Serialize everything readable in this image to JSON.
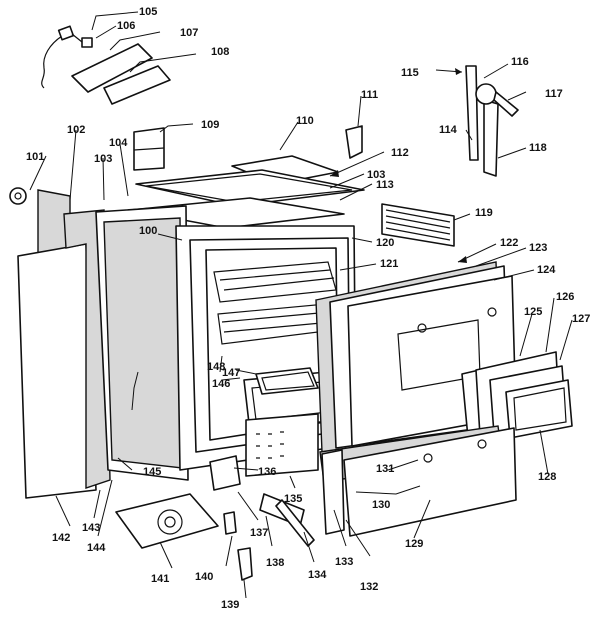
{
  "labels": {
    "l105": "105",
    "l106": "106",
    "l107": "107",
    "l108": "108",
    "l109": "109",
    "l110": "110",
    "l111": "111",
    "l112": "112",
    "l113": "113",
    "l114": "114",
    "l115": "115",
    "l116": "116",
    "l117": "117",
    "l118": "118",
    "l119": "119",
    "l120": "120",
    "l121": "121",
    "l122": "122",
    "l123": "123",
    "l124": "124",
    "l125": "125",
    "l126": "126",
    "l127": "127",
    "l128": "128",
    "l129": "129",
    "l130": "130",
    "l131": "131",
    "l132": "132",
    "l133": "133",
    "l134": "134",
    "l135": "135",
    "l136": "136",
    "l137": "137",
    "l138": "138",
    "l139": "139",
    "l140": "140",
    "l141": "141",
    "l142": "142",
    "l143": "143",
    "l144": "144",
    "l145": "145",
    "l146": "146",
    "l147": "147",
    "l148": "148",
    "l100": "100",
    "l101": "101",
    "l102": "102",
    "l103a": "103",
    "l103b": "103",
    "l104": "104"
  }
}
